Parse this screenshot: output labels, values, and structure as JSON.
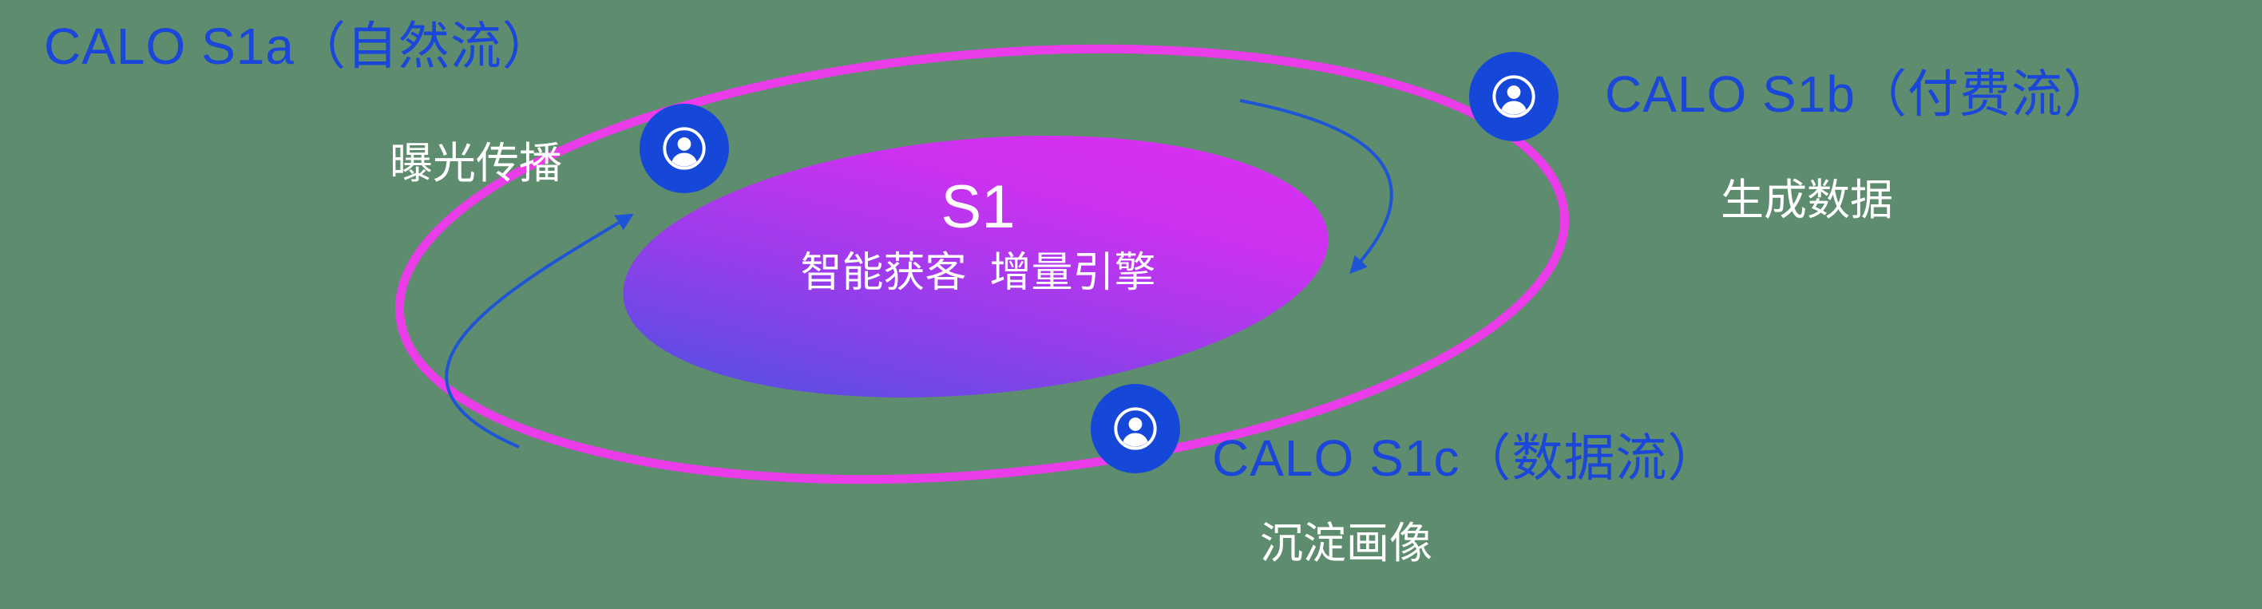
{
  "diagram": {
    "center": {
      "title": "S1",
      "subtitle": "智能获客  增量引擎"
    },
    "nodes": [
      {
        "id": "s1a",
        "label": "CALO S1a（自然流）",
        "sublabel": "曝光传播",
        "icon": "user-in-circle-icon"
      },
      {
        "id": "s1b",
        "label": "CALO S1b（付费流）",
        "sublabel": "生成数据",
        "icon": "user-in-circle-icon"
      },
      {
        "id": "s1c",
        "label": "CALO S1c（数据流）",
        "sublabel": "沉淀画像",
        "icon": "user-in-circle-icon"
      }
    ],
    "colors": {
      "background": "#5d8c6e",
      "label_blue": "#1a46da",
      "node_blue": "#1547d9",
      "orbit_pink": "#ea3ce9",
      "core_gradient_start": "#4653e2",
      "core_gradient_end": "#d92ff2",
      "arrow_blue": "#1e55d6",
      "text_white": "#ffffff"
    }
  }
}
